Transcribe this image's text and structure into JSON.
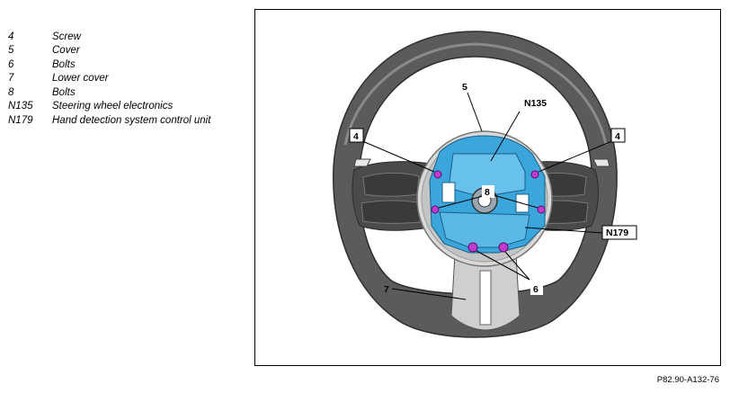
{
  "legend": [
    {
      "code": "4",
      "text": "Screw"
    },
    {
      "code": "5",
      "text": "Cover"
    },
    {
      "code": "6",
      "text": "Bolts"
    },
    {
      "code": "7",
      "text": "Lower cover"
    },
    {
      "code": "8",
      "text": "Bolts"
    },
    {
      "code": "N135",
      "text": "Steering wheel electronics"
    },
    {
      "code": "N179",
      "text": "Hand detection system control unit"
    }
  ],
  "figure": {
    "callouts": {
      "c4_left": "4",
      "c4_right": "4",
      "c5": "5",
      "c6": "6",
      "c7": "7",
      "c8": "8",
      "n135": "N135",
      "n179": "N179"
    }
  },
  "reference_code": "P82.90-A132-76",
  "colors": {
    "rim": "#5a5a5a",
    "electronics": "#3aa6dc",
    "screw_marker": "#c23ad1",
    "cover": "#c9c9c9"
  }
}
